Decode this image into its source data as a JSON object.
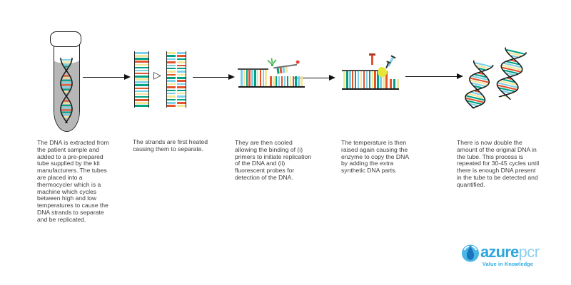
{
  "palette": {
    "yellow": "#f2e699",
    "cyan": "#7ed0ea",
    "teal": "#00a184",
    "orange": "#e2552e",
    "green": "#3cb44a",
    "red_dot": "#ee4035",
    "enzyme_yellow": "#e5e53a",
    "probe_gray": "#6d6e71",
    "line_black": "#1c1c1c",
    "liquid_gray": "#b7b7b8",
    "corner_red": "#a02420",
    "logo_blue": "#2da7dd",
    "logo_light_blue": "#8ecfed",
    "logo_dark_blue": "#1b75bc",
    "logo_icon_blue": "#4ab5e6",
    "text_gray": "#3c3c3c"
  },
  "palette_map": {
    "y": "yellow",
    "c": "cyan",
    "t": "teal",
    "o": "orange",
    "g": "green"
  },
  "sequences": {
    "tube_helix": "cyctoytcoctyoytcot",
    "ladder": "cytoytcotyctocytoyt",
    "strand_left": "ytcoctyotcyotcytco",
    "strand_right": "cotyotcytocotyctoy",
    "anneal_double": "cytoctyocy",
    "anneal_single": "oytcoctyotcy",
    "probe": "tocy",
    "extend_tall": "ytcotcyoctyotcyo",
    "extend_short": "oty",
    "helix_a": "cytotcoycto",
    "helix_b": "tycotcyotco"
  },
  "steps": [
    {
      "caption": "The DNA is extracted from the patient sample and added to a pre-prepared tube supplied by the kit manufacturers.  The tubes are placed into a thermocycler which is a machine which cycles between high and low temperatures to cause the DNA strands to separate and be replicated."
    },
    {
      "caption": "The strands are first heated causing them to separate."
    },
    {
      "caption": "They are then cooled allowing the binding of (i) primers to initiate replication of the DNA and (ii) fluorescent probes for detection of the DNA."
    },
    {
      "caption": "The temperature is then raised again causing the enzyme to copy the DNA by adding the extra synthetic DNA parts."
    },
    {
      "caption": "There is now double the amount of the original DNA in the tube. This process is repeated for 30-45 cycles until there is enough DNA present in the tube to be detected and quantified."
    }
  ],
  "logo": {
    "brand": "azure",
    "suffix": "pcr",
    "tagline": "Value in Knowledge"
  }
}
